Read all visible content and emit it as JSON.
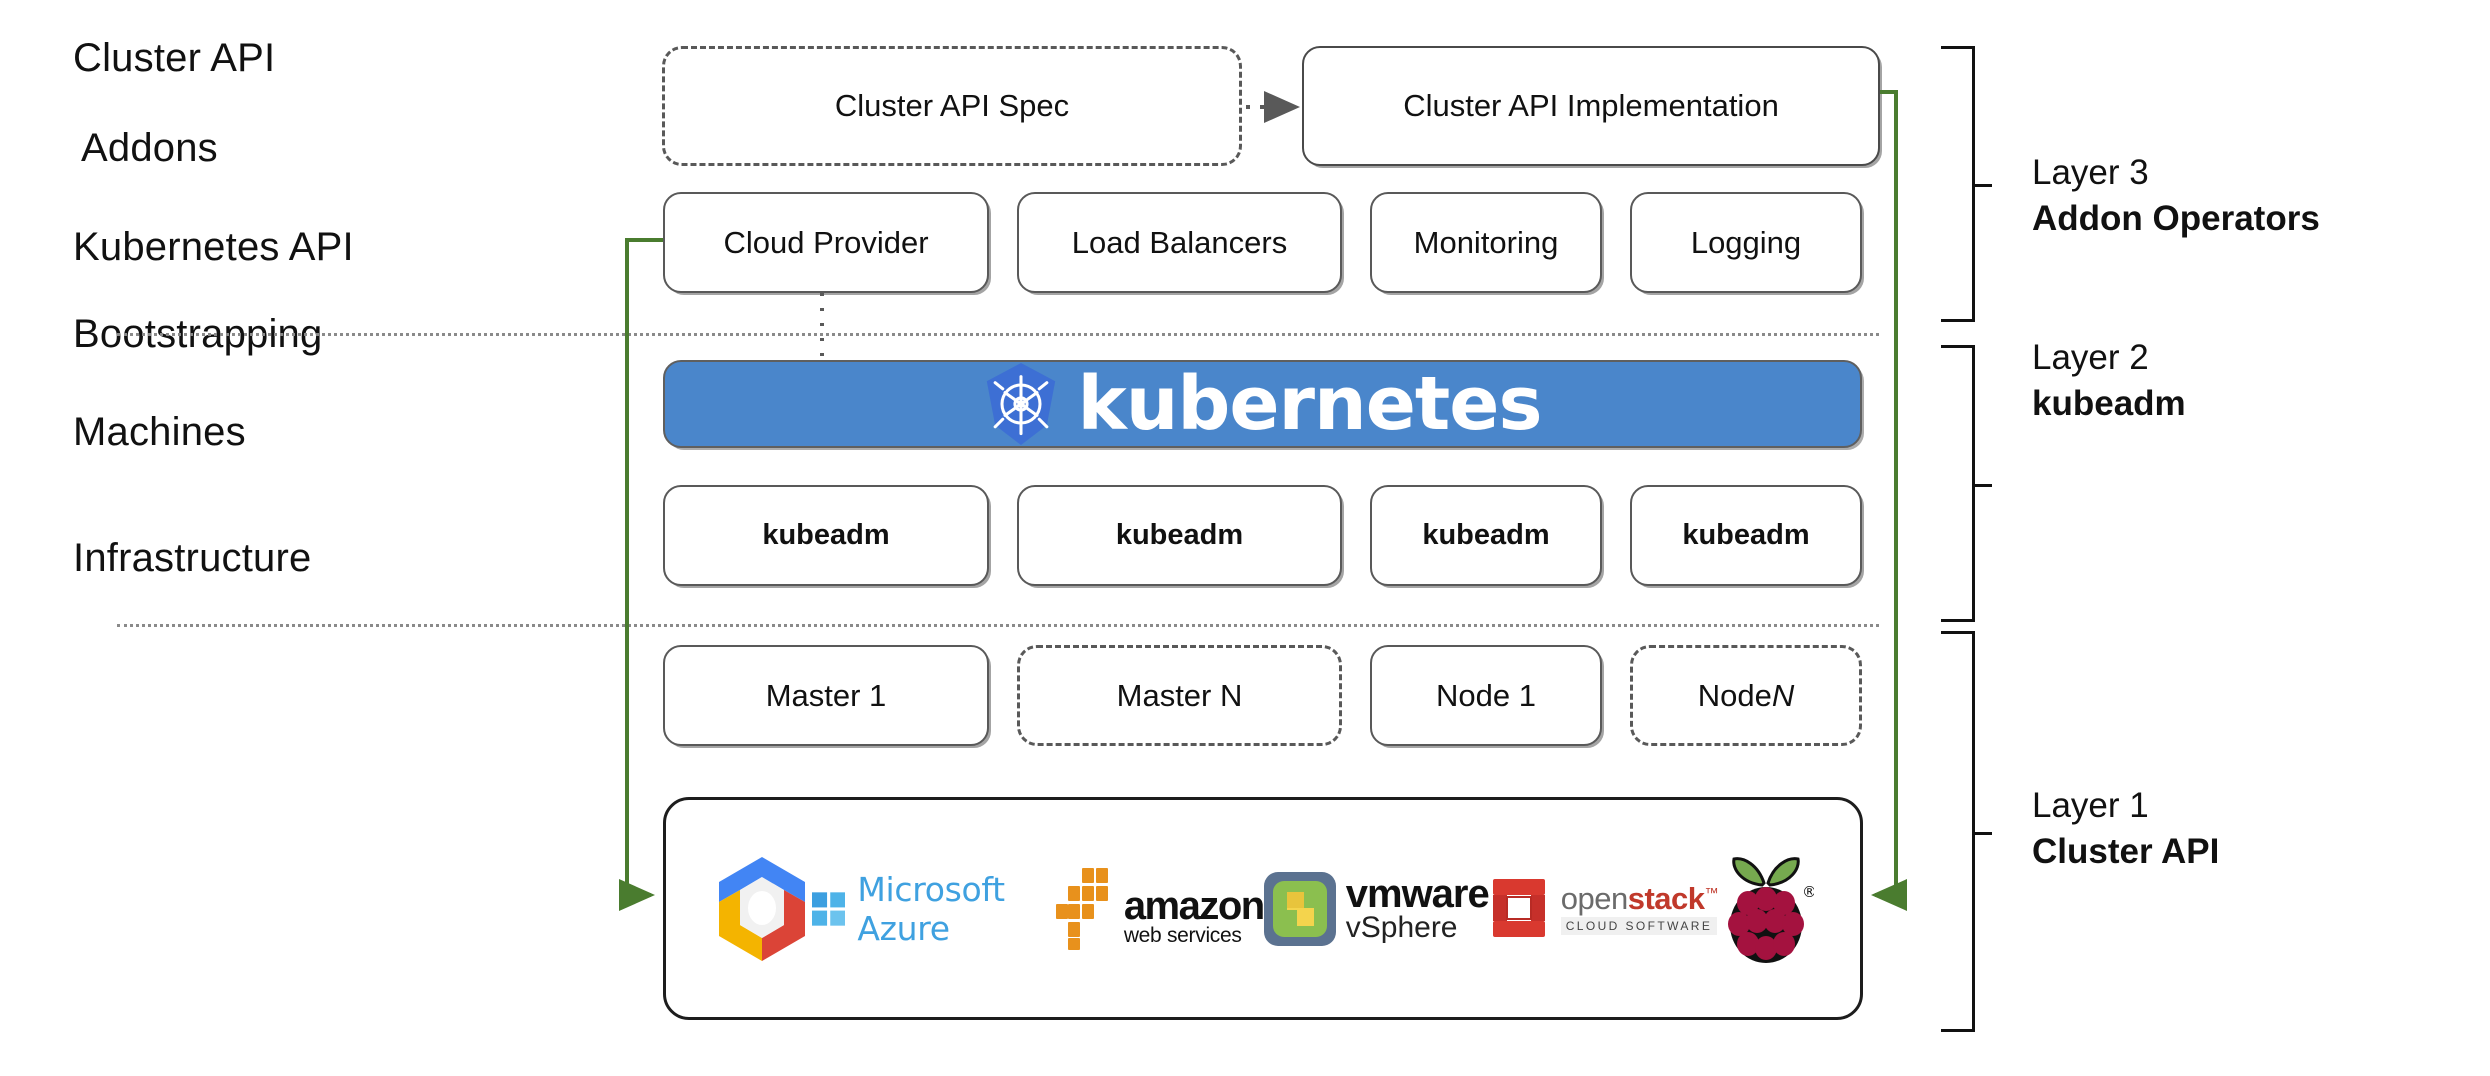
{
  "diagram": {
    "title": "Kubernetes Cluster API layered architecture",
    "accent_green": "#4a7c2f",
    "k8s_blue": "#4a86cb",
    "k8s_logo_blue": "#3d6fd4",
    "separator_color": "#8a8a8a"
  },
  "row_labels": [
    {
      "id": "cluster-api",
      "text": "Cluster API"
    },
    {
      "id": "addons",
      "text": "Addons"
    },
    {
      "id": "kubernetes-api",
      "text": "Kubernetes API"
    },
    {
      "id": "bootstrapping",
      "text": "Bootstrapping"
    },
    {
      "id": "machines",
      "text": "Machines"
    },
    {
      "id": "infrastructure",
      "text": "Infrastructure"
    }
  ],
  "cluster_api_row": {
    "spec": {
      "label": "Cluster API Spec",
      "style": "dashed"
    },
    "implementation": {
      "label": "Cluster API Implementation",
      "style": "solid"
    }
  },
  "addons_row": [
    {
      "label": "Cloud Provider"
    },
    {
      "label": "Load Balancers"
    },
    {
      "label": "Monitoring"
    },
    {
      "label": "Logging"
    }
  ],
  "kubernetes_banner": {
    "wordmark": "kubernetes",
    "logo_name": "kubernetes-helm-wheel"
  },
  "bootstrapping_row": [
    {
      "label": "kubeadm"
    },
    {
      "label": "kubeadm"
    },
    {
      "label": "kubeadm"
    },
    {
      "label": "kubeadm"
    }
  ],
  "machines_row": [
    {
      "label": "Master 1",
      "style": "solid",
      "italic_suffix": ""
    },
    {
      "label": "Master N",
      "style": "dashed",
      "italic_suffix": ""
    },
    {
      "label": "Node 1",
      "style": "solid",
      "italic_suffix": ""
    },
    {
      "label": "Node ",
      "style": "dashed",
      "italic_suffix": "N"
    }
  ],
  "infrastructure_row": {
    "providers": [
      {
        "name": "google-cloud-platform",
        "label": ""
      },
      {
        "name": "microsoft-azure",
        "label": "Microsoft Azure"
      },
      {
        "name": "amazon-web-services",
        "label_top": "amazon",
        "label_bottom": "web services"
      },
      {
        "name": "vmware-vsphere",
        "label_top": "vmware",
        "label_bottom": "vSphere"
      },
      {
        "name": "openstack",
        "label_top_a": "open",
        "label_top_b": "stack",
        "label_tm": "™",
        "label_bottom": "CLOUD SOFTWARE"
      },
      {
        "name": "raspberry-pi",
        "label": ""
      }
    ]
  },
  "layers": [
    {
      "id": "layer-3",
      "number": "Layer 3",
      "name": "Addon Operators"
    },
    {
      "id": "layer-2",
      "number": "Layer 2",
      "name": "kubeadm"
    },
    {
      "id": "layer-1",
      "number": "Layer 1",
      "name": "Cluster API"
    }
  ]
}
